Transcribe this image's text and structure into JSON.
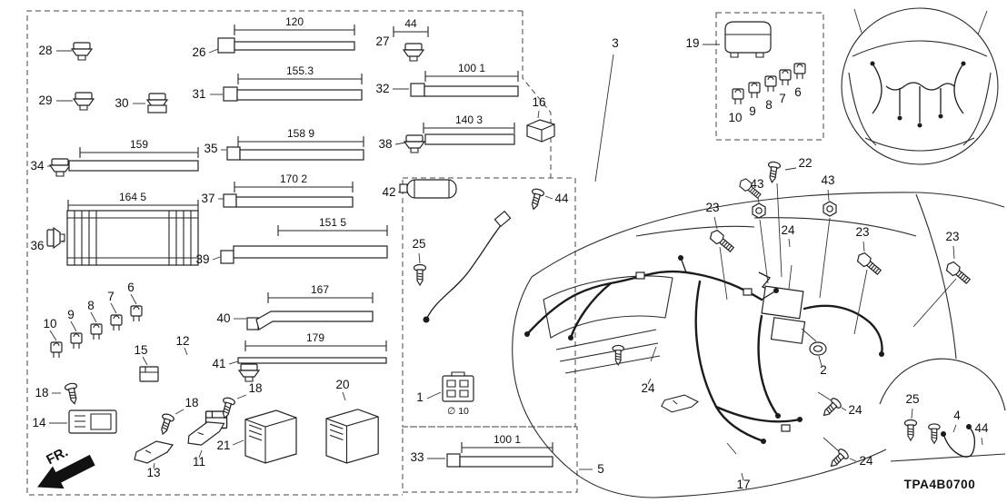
{
  "footer": {
    "part_code": "TPA4B0700"
  },
  "fr_label": "FR.",
  "annotations": {
    "diameter": "∅ 10"
  },
  "labels": {
    "c1": "1",
    "c2": "2",
    "c3": "3",
    "c4": "4",
    "c5": "5",
    "c6_top": "6",
    "c7_top": "7",
    "c8_top": "8",
    "c9_top": "9",
    "c10_top": "10",
    "c6_bot": "6",
    "c7_bot": "7",
    "c8_bot": "8",
    "c9_bot": "9",
    "c10_bot": "10",
    "c11": "11",
    "c12": "12",
    "c13": "13",
    "c14": "14",
    "c15": "15",
    "c16": "16",
    "c17": "17",
    "c18_a": "18",
    "c18_b": "18",
    "c18_c": "18",
    "c19": "19",
    "c20": "20",
    "c21": "21",
    "c22": "22",
    "c23_a": "23",
    "c23_b": "23",
    "c23_c": "23",
    "c24_a": "24",
    "c24_b": "24",
    "c24_c": "24",
    "c24_d": "24",
    "c25_a": "25",
    "c25_b": "25",
    "c26": "26",
    "c27": "27",
    "c28": "28",
    "c29": "29",
    "c30": "30",
    "c31": "31",
    "c32": "32",
    "c33": "33",
    "c34": "34",
    "c35": "35",
    "c36": "36",
    "c37": "37",
    "c38": "38",
    "c39": "39",
    "c40": "40",
    "c41": "41",
    "c42": "42",
    "c43_a": "43",
    "c43_b": "43",
    "c44_a": "44",
    "c44_b": "44"
  },
  "dimensions": {
    "d26": "120",
    "d27": "44",
    "d31": "155.3",
    "d32": "100 1",
    "d38": "140 3",
    "d35": "158 9",
    "d34": "159",
    "d37": "170 2",
    "d36": "164 5",
    "d39": "151 5",
    "d40": "167",
    "d41": "179",
    "d33": "100 1"
  }
}
